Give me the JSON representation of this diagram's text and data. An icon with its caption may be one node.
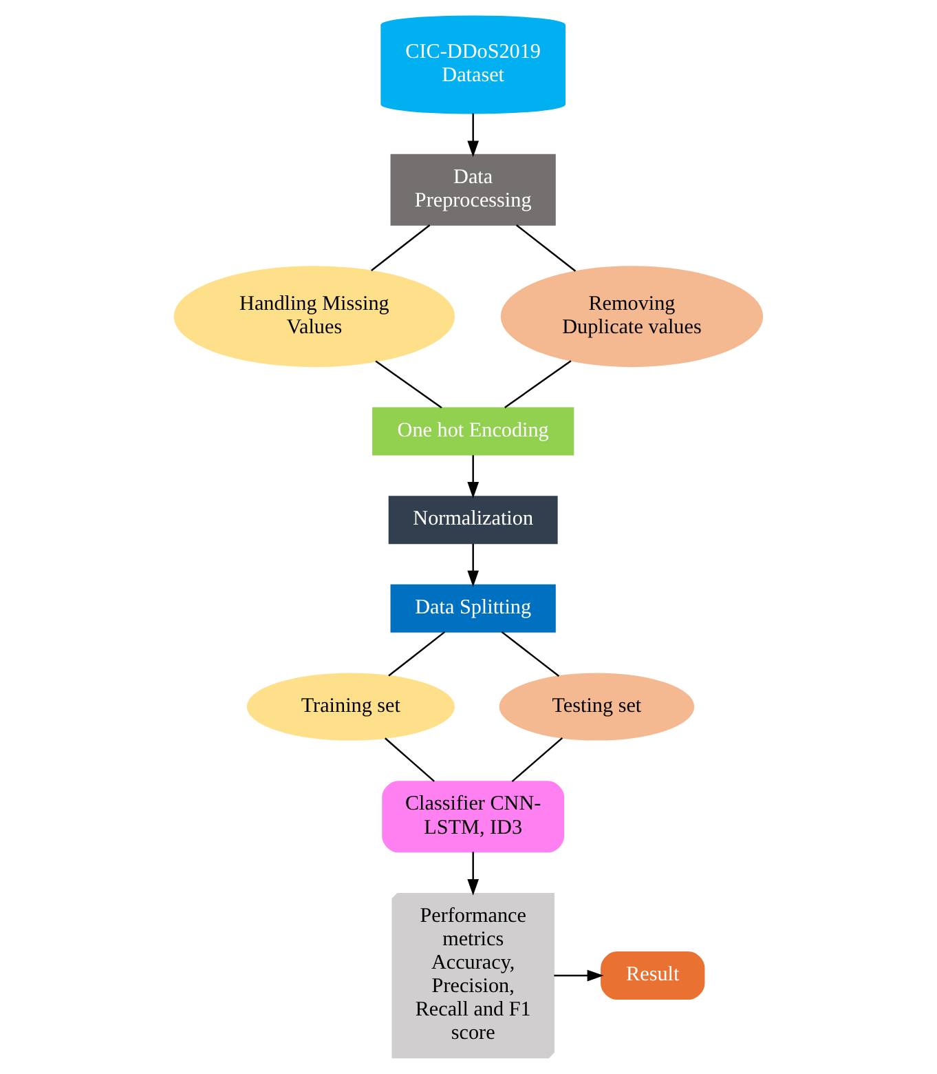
{
  "diagram": {
    "nodes": [
      {
        "text": [
          "CIC-DDoS2019 Dataset"
        ]
      },
      {
        "text": [
          "Data Preprocessing"
        ]
      },
      {
        "text": [
          "Handling Missing Values"
        ]
      },
      {
        "text": [
          "Removing Duplicate values"
        ]
      },
      {
        "text": [
          "One hot Encoding"
        ]
      },
      {
        "text": [
          "Normalization"
        ]
      },
      {
        "text": [
          "Data Splitting"
        ]
      },
      {
        "text": [
          "Training set"
        ]
      },
      {
        "text": [
          "Testing set"
        ]
      },
      {
        "text": [
          "Classifier CNN-LSTM, ID3"
        ]
      },
      {
        "text": [
          "Performance metrics Accuracy, Precision, Recall and F1 score"
        ]
      },
      {
        "text": [
          "Result"
        ]
      }
    ],
    "edges": [
      {
        "from": 0,
        "to": 1,
        "arrow": "to"
      },
      {
        "from": 1,
        "to": 2,
        "arrow": "none"
      },
      {
        "from": 1,
        "to": 3,
        "arrow": "none"
      },
      {
        "from": 2,
        "to": 4,
        "arrow": "none"
      },
      {
        "from": 3,
        "to": 4,
        "arrow": "none"
      },
      {
        "from": 4,
        "to": 5,
        "arrow": "to"
      },
      {
        "from": 5,
        "to": 6,
        "arrow": "to"
      },
      {
        "from": 6,
        "to": 7,
        "arrow": "none"
      },
      {
        "from": 6,
        "to": 8,
        "arrow": "none"
      },
      {
        "from": 7,
        "to": 9,
        "arrow": "none"
      },
      {
        "from": 8,
        "to": 9,
        "arrow": "none"
      },
      {
        "from": 9,
        "to": 10,
        "arrow": "to"
      },
      {
        "from": 10,
        "to": 11,
        "arrow": "to"
      }
    ]
  }
}
